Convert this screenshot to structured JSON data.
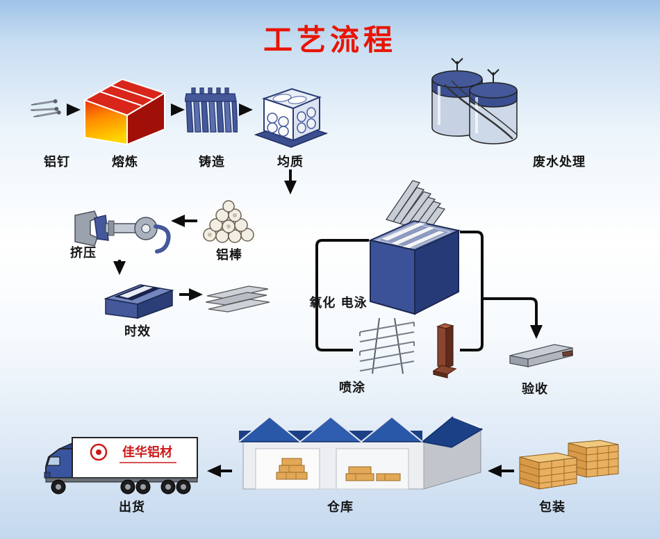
{
  "title": "工艺流程",
  "nodes": {
    "nails": {
      "label": "铝钉"
    },
    "melting": {
      "label": "熔炼"
    },
    "casting": {
      "label": "铸造"
    },
    "homogenizing": {
      "label": "均质"
    },
    "wastewater": {
      "label": "废水处理"
    },
    "rods": {
      "label": "铝棒"
    },
    "extrusion": {
      "label": "挤压"
    },
    "aging": {
      "label": "时效"
    },
    "oxidation": {
      "label": "氧化 电泳"
    },
    "spraying": {
      "label": "喷涂"
    },
    "inspection": {
      "label": "验收"
    },
    "shipping": {
      "label": "出货"
    },
    "warehouse": {
      "label": "仓库"
    },
    "packaging": {
      "label": "包装"
    }
  },
  "truck": {
    "brand": "佳华铝材"
  },
  "flow": [
    "铝钉 → 熔炼",
    "熔炼 → 铸造",
    "铸造 → 均质",
    "均质 → 铝棒",
    "铝棒 → 挤压",
    "挤压 → 时效",
    "时效 → 氧化/电泳 或 喷涂",
    "氧化/电泳/喷涂 → 验收",
    "包装 → 仓库",
    "仓库 → 出货"
  ],
  "colors": {
    "title_red": "#e81400",
    "label_black": "#141414",
    "steel_blue": "#44589a",
    "furnace_red": "#d8261a",
    "roof_blue": "#2a58a8",
    "lumber_tan": "#e8b060"
  }
}
